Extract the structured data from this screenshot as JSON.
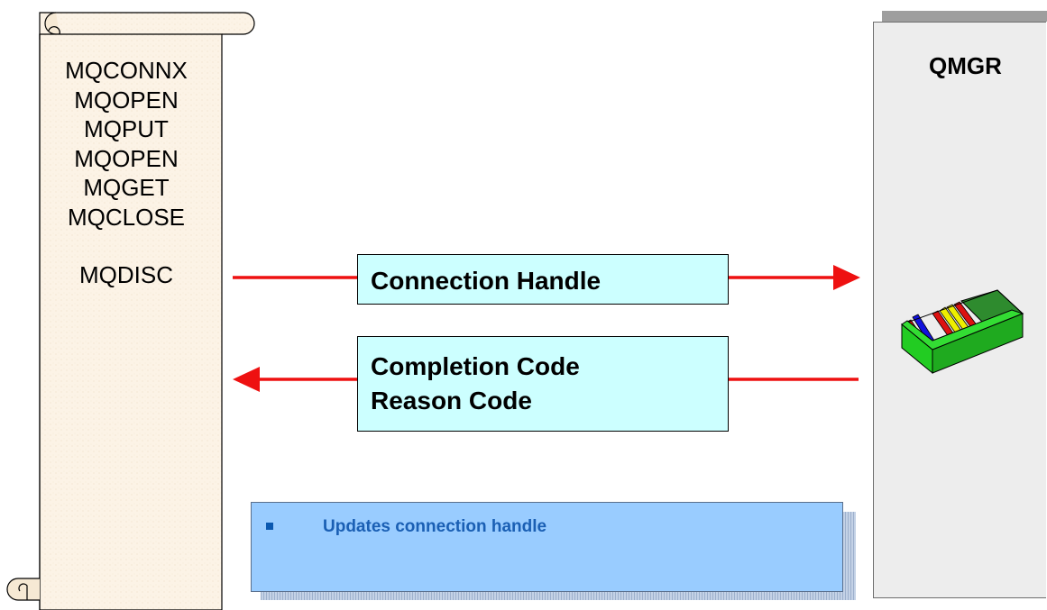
{
  "scroll": {
    "calls": [
      "MQCONNX",
      "MQOPEN",
      "MQPUT",
      "MQOPEN",
      "MQGET",
      "MQCLOSE"
    ],
    "final_call": "MQDISC"
  },
  "qmgr": {
    "title": "QMGR",
    "icon": "queue-box-icon"
  },
  "connection_box": {
    "label": "Connection Handle"
  },
  "completion_box": {
    "line1": "Completion Code",
    "line2": "Reason Code"
  },
  "note": {
    "text": "Updates connection handle"
  },
  "colors": {
    "arrow": "#ee1111",
    "box_fill": "#ccffff",
    "note_fill": "#99ccff",
    "note_text": "#1a5fb4",
    "scroll_fill": "#fcf3e6",
    "panel_fill": "#ededed"
  }
}
